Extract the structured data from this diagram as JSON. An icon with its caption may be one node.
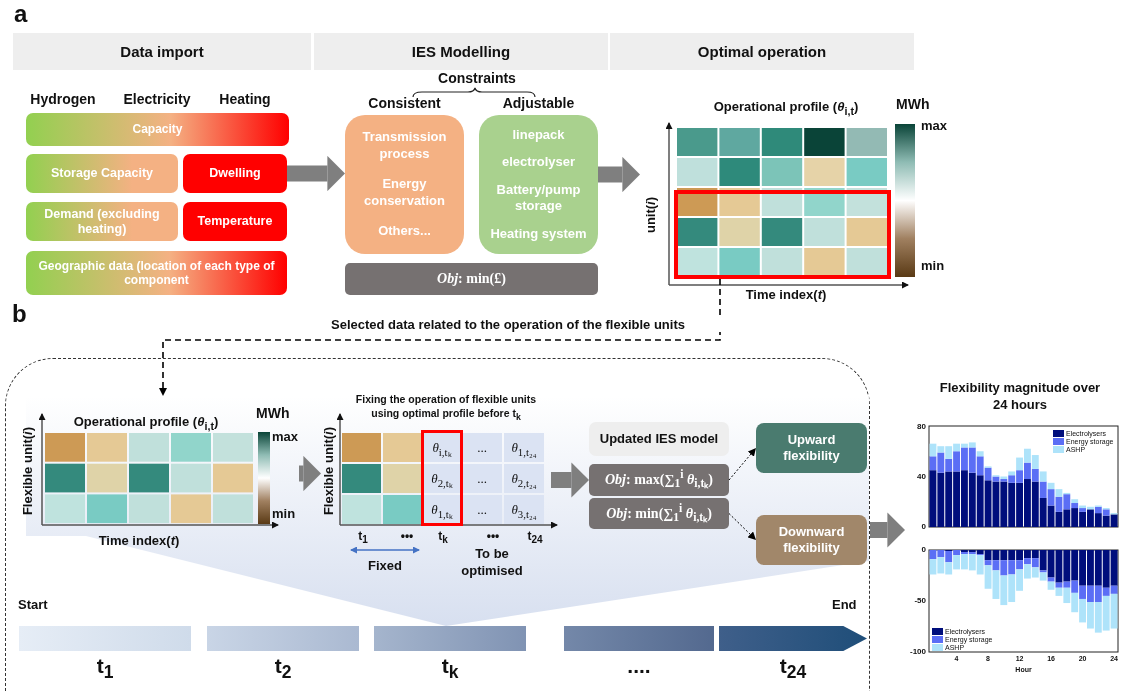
{
  "diagram": {
    "nodes": [
      {
        "text": [
          "Data import"
        ]
      },
      {
        "text": [
          "IES Modelling"
        ]
      },
      {
        "text": [
          "Optimal operation"
        ]
      },
      {
        "text": [
          "Capacity"
        ]
      },
      {
        "text": [
          "Storage Capacity"
        ]
      },
      {
        "text": [
          "Dwelling"
        ]
      },
      {
        "text": [
          "Demand (excluding heating)"
        ]
      },
      {
        "text": [
          "Temperature"
        ]
      },
      {
        "text": [
          "Geographic data (location of each type of component"
        ]
      },
      {
        "text": [
          "Consistent",
          "Transmission process",
          "Energy conservation",
          "Others..."
        ]
      },
      {
        "text": [
          "Adjustable",
          "linepack",
          "electrolyser",
          "Battery/pump storage",
          "Heating system"
        ]
      },
      {
        "text": [
          "*Obj*: min(£)"
        ]
      },
      {
        "text": [
          "Operational profile (*θ*$_{i,t}$)"
        ],
        "beside": [
          "MWh",
          "max",
          "min",
          "unit(*i*)",
          "Time index(*t*)"
        ]
      },
      {
        "text": [],
        "shape": "box",
        "in": 12
      },
      {
        "text": [],
        "shape": "box"
      },
      {
        "text": [
          "Operational profile (*θ*$_{i,t}$)"
        ],
        "beside": [
          "MWh",
          "max",
          "min",
          "Flexible unit(*i*)",
          "Time index(*t*)"
        ],
        "in": 14
      },
      {
        "text": [
          "Fixing the operation of flexible units using optimal profile before t$_{k}$",
          "*θ*$_{i,tₖ}$",
          "...",
          "*θ*$_{1,t₂₄}$",
          "*θ*$_{2,tₖ}$",
          "...",
          "*θ*$_{2,t₂₄}$",
          "*θ*$_{1,tₖ}$",
          "...",
          "*θ*$_{3,t₂₄}$",
          "t$_{1}$",
          "•••",
          "t$_{k}$",
          "•••",
          "t$_{24}$"
        ],
        "beside": [
          "Flexible unit(*i*)",
          "Fixed",
          "To be optimised"
        ],
        "in": 14
      },
      {
        "text": [
          "Updated IES model"
        ],
        "in": 14
      },
      {
        "text": [
          "*Obj*: max(∑$_{1}$$^{i}$ *θ*$_{i,tₖ}$)"
        ],
        "in": 14
      },
      {
        "text": [
          "*Obj*: min(∑$_{1}$$^{i}$ *θ*$_{i,tₖ}$)"
        ],
        "in": 14
      },
      {
        "text": [
          "Upward flexibility"
        ],
        "in": 14
      },
      {
        "text": [
          "Downward flexibility"
        ],
        "in": 14
      },
      {
        "text": [
          "t$_{1}$"
        ],
        "in": 14
      },
      {
        "text": [
          "t$_{2}$"
        ],
        "in": 14
      },
      {
        "text": [
          "t$_{k}$"
        ],
        "in": 14
      },
      {
        "text": [
          "...."
        ],
        "in": 14
      },
      {
        "text": [
          "t$_{24}$"
        ],
        "in": 14
      },
      {
        "text": [
          "Flexibility magnitude over 24 hours"
        ]
      }
    ],
    "edges": [
      {
        "from": 5,
        "to": 9,
        "arrow": "to"
      },
      {
        "from": 10,
        "to": 12,
        "arrow": "to"
      },
      {
        "from": 13,
        "to": 15,
        "arrow": "to",
        "style": "dashed",
        "color": "#000000",
        "label": "Selected data related to the operation of the flexible units"
      },
      {
        "from": 15,
        "to": 16,
        "arrow": "to"
      },
      {
        "from": 16,
        "to": 18,
        "arrow": "to"
      },
      {
        "from": 18,
        "to": 20,
        "arrow": "to",
        "style": "dashed",
        "color": "#000000"
      },
      {
        "from": 19,
        "to": 21,
        "arrow": "to",
        "style": "dashed",
        "color": "#000000"
      },
      {
        "from": 14,
        "to": 27,
        "arrow": "to"
      }
    ],
    "labels": [
      "a",
      "Hydrogen",
      "Electricity",
      "Heating",
      "Constraints",
      "b",
      "Start",
      "End",
      "80",
      "40",
      "0",
      "0",
      "-50",
      "-100",
      "4",
      "8",
      "12",
      "16",
      "20",
      "24",
      "Hour"
    ],
    "legend": [
      {
        "text": "Electrolysers",
        "color": "#000e7c"
      },
      {
        "text": "Energy storage",
        "color": "#5b6ef5"
      },
      {
        "text": "ASHP",
        "color": "#aee3fa"
      },
      {
        "text": "Electrolysers",
        "color": "#000e7c"
      },
      {
        "text": "Energy storage",
        "color": "#5b6ef5"
      },
      {
        "text": "ASHP",
        "color": "#aee3fa"
      }
    ]
  }
}
